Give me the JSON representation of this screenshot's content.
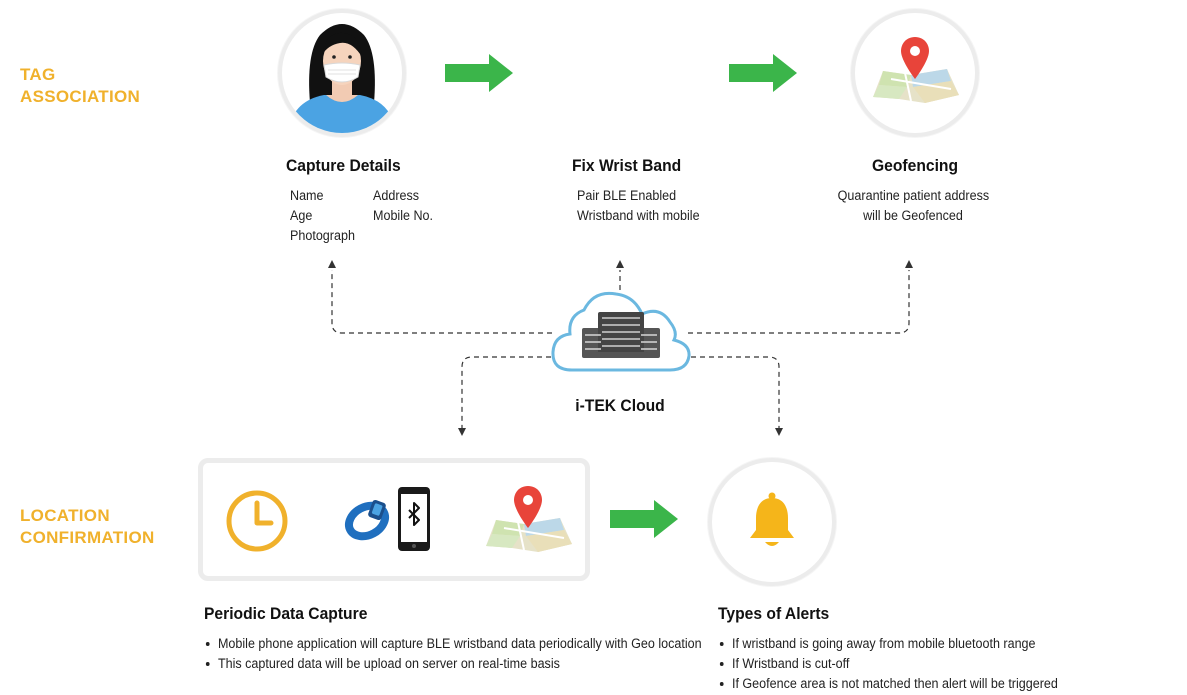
{
  "sections": {
    "tag_association": [
      "TAG",
      "ASSOCIATION"
    ],
    "location_confirmation": [
      "LOCATION",
      "CONFIRMATION"
    ]
  },
  "steps": {
    "capture": {
      "title": "Capture Details",
      "fields_col1": [
        "Name",
        "Age",
        "Photograph"
      ],
      "fields_col2": [
        "Address",
        "Mobile No."
      ]
    },
    "wristband": {
      "title": "Fix Wrist Band",
      "lines": [
        "Pair BLE Enabled",
        "Wristband with mobile"
      ]
    },
    "geofencing": {
      "title": "Geofencing",
      "lines": [
        "Quarantine patient address",
        "will be Geofenced"
      ]
    }
  },
  "cloud": {
    "label": "i-TEK Cloud"
  },
  "periodic": {
    "title": "Periodic Data Capture",
    "bullets": [
      "Mobile phone application will capture BLE wristband data periodically with Geo location",
      "This captured data will be upload on server on real-time basis"
    ]
  },
  "alerts": {
    "title": "Types of Alerts",
    "bullets": [
      "If wristband is going away from mobile bluetooth range",
      "If Wristband is cut-off",
      "If Geofence area is not matched then alert will be triggered"
    ]
  },
  "colors": {
    "accent": "#f0b12c",
    "arrow": "#3bb54a",
    "cloud": "#6bb8e0",
    "bell": "#f5b51a",
    "pin": "#e8443a",
    "shirt": "#4ba3e3"
  },
  "icons": [
    "person-mask-icon",
    "arrow-right-icon",
    "map-pin-icon",
    "cloud-server-icon",
    "clock-icon",
    "wristband-icon",
    "phone-bluetooth-icon",
    "bell-icon"
  ]
}
